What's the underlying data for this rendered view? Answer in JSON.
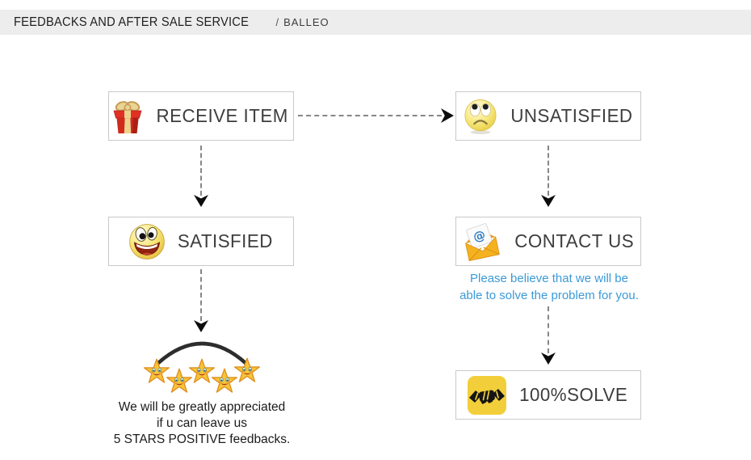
{
  "header": {
    "title": "FEEDBACKS AND AFTER SALE SERVICE",
    "separator": "/",
    "brand": "BALLEO"
  },
  "flow": {
    "receive_item": {
      "label": "RECEIVE ITEM",
      "icon": "gift-icon"
    },
    "unsatisfied": {
      "label": "UNSATISFIED",
      "icon": "sad-face-icon"
    },
    "satisfied": {
      "label": "SATISFIED",
      "icon": "happy-face-icon"
    },
    "contact_us": {
      "label": "CONTACT US",
      "icon": "email-icon"
    },
    "solve": {
      "label": "100%SOLVE",
      "icon": "handshake-icon"
    },
    "contact_note": {
      "line1": "Please believe that we will be",
      "line2": "able to solve the problem for you."
    },
    "feedback_note": {
      "line1": "We will be greatly appreciated",
      "line2": "if u can leave us",
      "line3": "5 STARS POSITIVE feedbacks."
    },
    "star_count": "5"
  },
  "colors": {
    "accent_blue": "#3b9ad7",
    "header_bg": "#ededed",
    "box_border": "#c9c9c9",
    "dashed_gray": "#878787",
    "star_gold": "#f6c437",
    "handshake_yellow": "#f2cf3a",
    "gift_red": "#d5281e",
    "envelope_orange": "#f5b21f"
  }
}
